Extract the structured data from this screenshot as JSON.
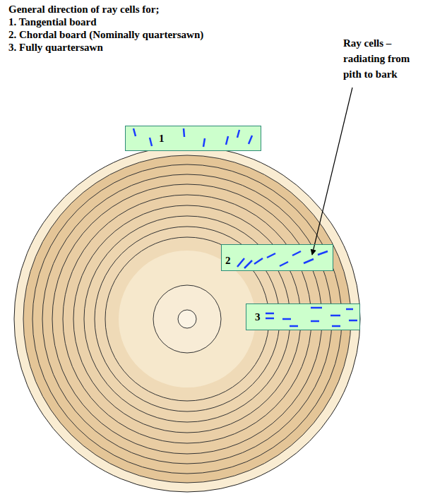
{
  "diagram": {
    "title": "General direction of ray cells for;",
    "nodes": [
      {
        "text": [
          "1"
        ]
      },
      {
        "text": [
          "2"
        ]
      },
      {
        "text": [
          "3"
        ]
      }
    ],
    "labels": [
      "1. Tangential board",
      "2. Chordal board (Nominally quartersawn)",
      "3. Fully quartersawn",
      "Ray cells – radiating from pith to bark"
    ]
  }
}
